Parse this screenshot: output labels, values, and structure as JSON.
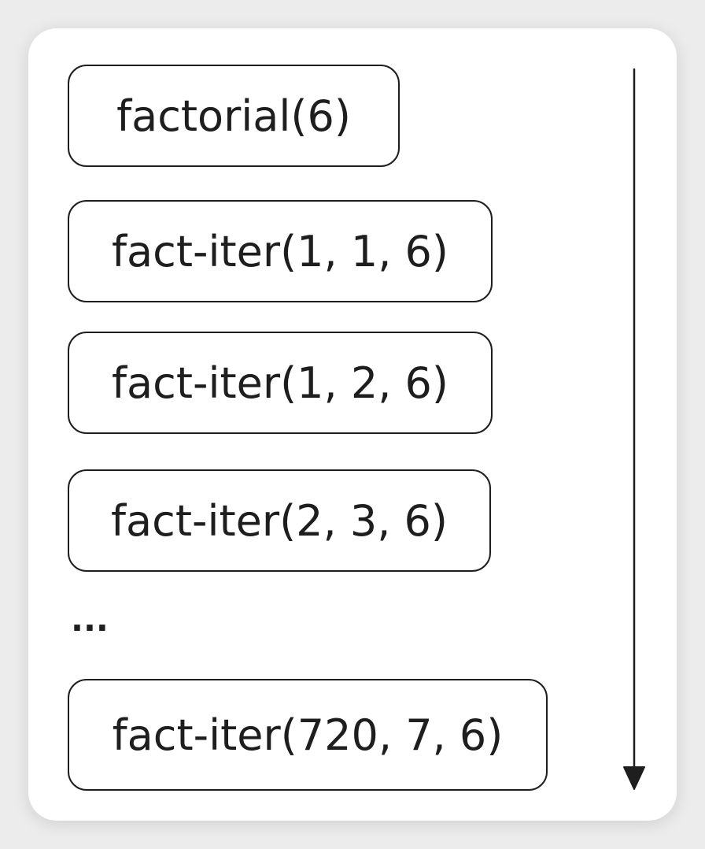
{
  "diagram": {
    "calls": [
      "factorial(6)",
      "fact-iter(1, 1, 6)",
      "fact-iter(1, 2, 6)",
      "fact-iter(2, 3, 6)",
      "fact-iter(720, 7, 6)"
    ],
    "ellipsis": "..."
  },
  "colors": {
    "ink": "#1e1e1e",
    "canvas": "#ffffff",
    "background": "#ececec"
  },
  "icons": {
    "arrow": "arrow-down-icon"
  }
}
